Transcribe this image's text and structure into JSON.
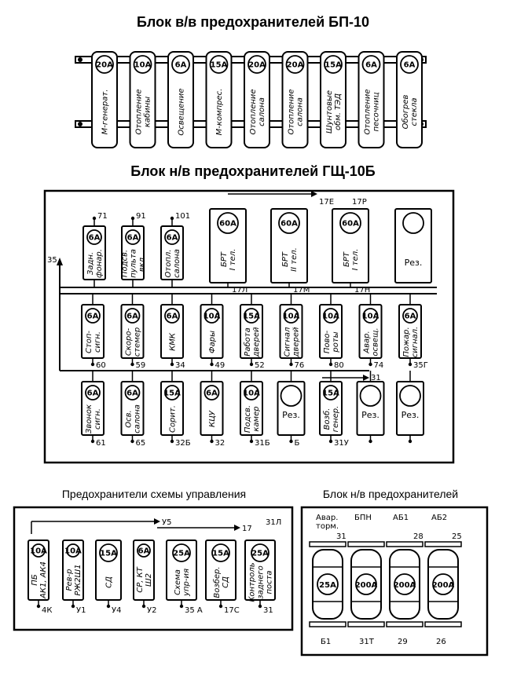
{
  "titles": {
    "bp10": "Блок в/в предохранителей БП-10",
    "gsh10b": "Блок н/в предохранителей ГЩ-10Б",
    "control": "Предохранители схемы управления",
    "lv_block": "Блок н/в предохранителей"
  },
  "bp10_fuses": [
    {
      "rating": "20A",
      "label": [
        "М-генерат."
      ]
    },
    {
      "rating": "10A",
      "label": [
        "Отопление",
        "кабины"
      ]
    },
    {
      "rating": "6A",
      "label": [
        "Освещение"
      ]
    },
    {
      "rating": "15A",
      "label": [
        "М-компрес."
      ]
    },
    {
      "rating": "20A",
      "label": [
        "Отопление",
        "салона"
      ]
    },
    {
      "rating": "20A",
      "label": [
        "Отопление",
        "салона"
      ]
    },
    {
      "rating": "15A",
      "label": [
        "Шунтовые",
        "обм. ТЭД"
      ]
    },
    {
      "rating": "6A",
      "label": [
        "Отопление",
        "песочниц"
      ]
    },
    {
      "rating": "6A",
      "label": [
        "Обогрев",
        "стекла"
      ]
    }
  ],
  "gsh": {
    "row1": [
      {
        "rating": "6A",
        "label": [
          "Задн.",
          "фонар."
        ],
        "top": "71"
      },
      {
        "rating": "6A",
        "label": [
          "Подсв.",
          "пульта",
          "вкл."
        ],
        "top": "91"
      },
      {
        "rating": "6A",
        "label": [
          "Отопл.",
          "салона"
        ],
        "top": "101"
      }
    ],
    "brt": [
      {
        "rating": "60A",
        "label": [
          "БРТ",
          "I тел."
        ],
        "bottom": "17Л"
      },
      {
        "rating": "60A",
        "label": [
          "БРТ",
          "II тел."
        ],
        "bottom": "17М"
      },
      {
        "rating": "60A",
        "label": [
          "БРТ",
          "I тел."
        ],
        "bottom": "17Н"
      },
      {
        "rating": "",
        "label": [
          "Рез."
        ],
        "bottom": ""
      }
    ],
    "top_markers": {
      "e": "17Е",
      "r": "17Р",
      "left": "35",
      "right31": "31"
    },
    "row2": [
      {
        "rating": "6A",
        "label": [
          "Стоп-",
          "сигн."
        ],
        "bottom": "60"
      },
      {
        "rating": "6A",
        "label": [
          "Скоро-",
          "стемер"
        ],
        "bottom": "59"
      },
      {
        "rating": "6A",
        "label": [
          "КМК"
        ],
        "bottom": "34"
      },
      {
        "rating": "10A",
        "label": [
          "Фары"
        ],
        "bottom": "49"
      },
      {
        "rating": "15A",
        "label": [
          "Работа",
          "дверей"
        ],
        "bottom": "52"
      },
      {
        "rating": "10A",
        "label": [
          "Сигнал",
          "дверей"
        ],
        "bottom": "76"
      },
      {
        "rating": "10A",
        "label": [
          "Пово-",
          "роты"
        ],
        "bottom": "80"
      },
      {
        "rating": "10A",
        "label": [
          "Авар.",
          "освещ."
        ],
        "bottom": "74"
      },
      {
        "rating": "6A",
        "label": [
          "Пожар.",
          "сигнал."
        ],
        "bottom": "35Г"
      }
    ],
    "row3": [
      {
        "rating": "6A",
        "label": [
          "Звонок",
          "сигн."
        ],
        "bottom": "61"
      },
      {
        "rating": "6A",
        "label": [
          "Осв.",
          "салона"
        ],
        "bottom": "65"
      },
      {
        "rating": "15A",
        "label": [
          "Сорит."
        ],
        "bottom": "32Б"
      },
      {
        "rating": "6A",
        "label": [
          "КЦУ"
        ],
        "bottom": "32"
      },
      {
        "rating": "10A",
        "label": [
          "Подсв.",
          "камер"
        ],
        "bottom": "31Б"
      },
      {
        "rating": "",
        "label": [
          "Рез."
        ],
        "bottom": "Б"
      },
      {
        "rating": "15A",
        "label": [
          "Возб.",
          "генер."
        ],
        "bottom": "31У"
      },
      {
        "rating": "",
        "label": [
          "Рез."
        ],
        "bottom": ""
      },
      {
        "rating": "",
        "label": [
          "Рез."
        ],
        "bottom": ""
      }
    ]
  },
  "control": {
    "top_markers": {
      "u5": "У5",
      "n17": "17",
      "n31l": "31Л"
    },
    "fuses": [
      {
        "rating": "10A",
        "label": [
          "ПБ",
          "АК1, АК4"
        ],
        "bottom": "4К"
      },
      {
        "rating": "10A",
        "label": [
          "Рев-р",
          "РЖ2Ш1"
        ],
        "bottom": "У1"
      },
      {
        "rating": "15A",
        "label": [
          "СД"
        ],
        "bottom": "У4"
      },
      {
        "rating": "6A",
        "label": [
          "СР, КТ",
          "Ш2"
        ],
        "bottom": "У2"
      },
      {
        "rating": "25A",
        "label": [
          "Схема",
          "упр-ия"
        ],
        "bottom": "35 А"
      },
      {
        "rating": "15A",
        "label": [
          "Возбер.",
          "СД"
        ],
        "bottom": "17С"
      },
      {
        "rating": "25A",
        "label": [
          "Контроль",
          "заднего",
          "поста"
        ],
        "bottom": "31"
      }
    ]
  },
  "lv_block": {
    "fuses": [
      {
        "name": [
          "Авар.",
          "торм."
        ],
        "rating": "25A",
        "top": "31",
        "bottom": "Б1"
      },
      {
        "name": [
          "БПН"
        ],
        "rating": "200A",
        "top": "",
        "bottom": "31Т"
      },
      {
        "name": [
          "АБ1"
        ],
        "rating": "200A",
        "top": "28",
        "bottom": "29"
      },
      {
        "name": [
          "АБ2"
        ],
        "rating": "200A",
        "top": "25",
        "bottom": "26"
      }
    ]
  }
}
